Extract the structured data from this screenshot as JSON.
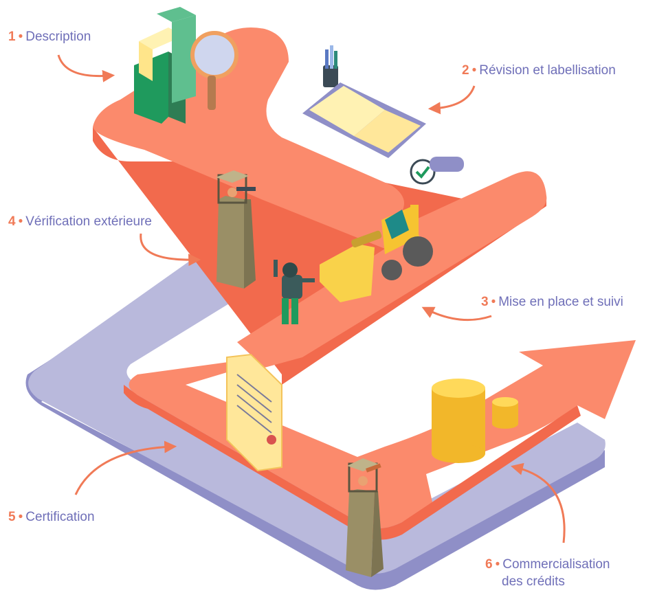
{
  "colors": {
    "path_orange": "#fb8a6c",
    "path_orange_dark": "#f26a4d",
    "path_lavender": "#b9b9dc",
    "path_lavender_dark": "#8f8fc7",
    "label_text": "#6f6fb8",
    "label_number": "#f07a57",
    "arrow": "#f07a57"
  },
  "steps": [
    {
      "num": "1",
      "text": "Description",
      "icon": "folder-magnifier-icon"
    },
    {
      "num": "2",
      "text": "Révision et labellisation",
      "icon": "notebook-stamp-icon"
    },
    {
      "num": "3",
      "text": "Mise en place et suivi",
      "icon": "excavator-worker-icon"
    },
    {
      "num": "4",
      "text": "Vérification extérieure",
      "icon": "watchtower-icon"
    },
    {
      "num": "5",
      "text": "Certification",
      "icon": "certificate-icon"
    },
    {
      "num": "6",
      "text": "Commercialisation",
      "text2": "des crédits",
      "icon": "coins-icon"
    }
  ]
}
